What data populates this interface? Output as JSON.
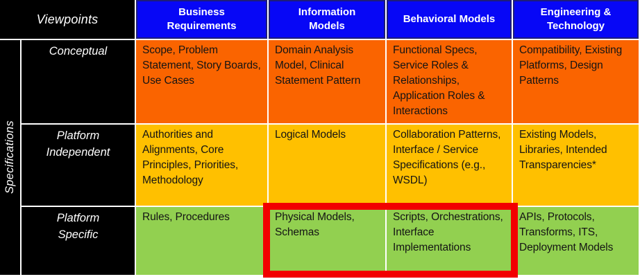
{
  "colors": {
    "header-blue": "#0707F6",
    "header-blue-border": "#1D1D7A",
    "row-conceptual": "#FA6400",
    "row-platform-independent": "#FFC000",
    "row-platform-specific": "#92D050",
    "panel-black": "#000000",
    "gridline": "#FFFFFF",
    "highlight-red": "#F20000",
    "header-text": "#FFFFFF",
    "cell-text": "#141414"
  },
  "matrix": {
    "corner_label": "Viewpoints",
    "side_label": "Specifications",
    "column_headers": [
      "Business Requirements",
      "Information Models",
      "Behavioral Models",
      "Engineering & Technology"
    ],
    "rows": [
      {
        "label": "Conceptual",
        "cells": [
          "Scope, Problem Statement, Story Boards, Use Cases",
          "Domain Analysis Model, Clinical Statement Pattern",
          "Functional Specs, Service Roles & Relationships, Application Roles & Interactions",
          "Compatibility, Existing Platforms, Design Patterns"
        ]
      },
      {
        "label": "Platform Independent",
        "cells": [
          "Authorities and Alignments,  Core Principles, Priorities, Methodology",
          "Logical Models",
          "Collaboration Patterns, Interface / Service Specifications  (e.g., WSDL)",
          "Existing Models, Libraries, Intended Transparencies*"
        ]
      },
      {
        "label": "Platform Specific",
        "cells": [
          "Rules, Procedures",
          "Physical Models, Schemas",
          "Scripts, Orchestrations, Interface Implementations",
          "APIs, Protocols, Transforms, ITS, Deployment Models"
        ]
      }
    ],
    "highlight": {
      "note": "red emphasis rectangle around the Platform Specific cells of Information Models and Behavioral Models"
    }
  }
}
